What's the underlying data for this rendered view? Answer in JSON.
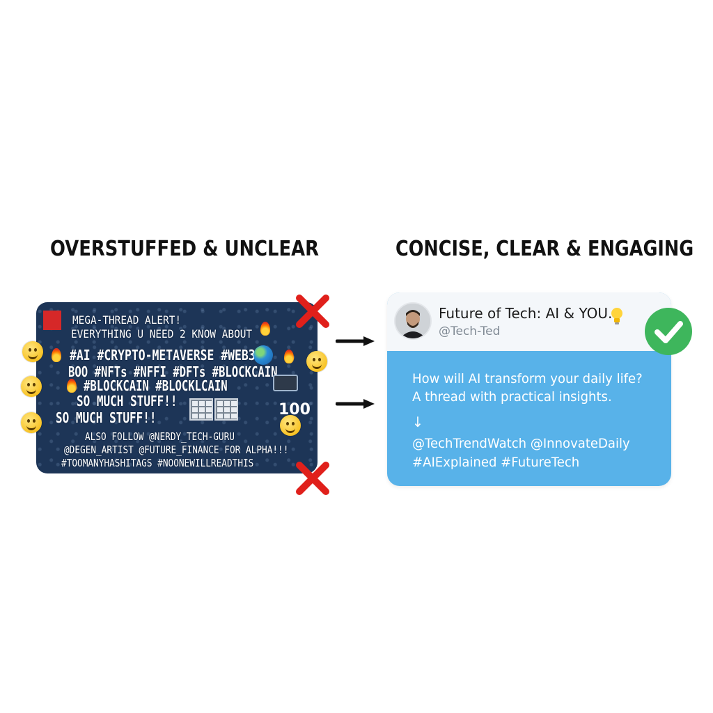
{
  "headings": {
    "left": "OVERSTUFFED & UNCLEAR",
    "right": "CONCISE, CLEAR & ENGAGING"
  },
  "bad_post": {
    "lines": [
      "MEGA-THREAD ALERT!",
      "EVERYTHING U NEED 2 KNOW ABOUT",
      "#AI #CRYPTO-METAVERSE #WEB3",
      "BOO #NFTs #NFFI #DFTs #BLOCKCAIN",
      "#BLOCKCAIN #BLOCKLCAIN",
      "SO MUCH STUFF!!",
      "SO MUCH STUFF!!",
      "ALSO FOLLOW @NERDY_TECH-GURU",
      "@DEGEN_ARTIST @FUTURE_FINANCE FOR ALPHA!!!",
      "#TOOMANYHASHITAGS #NOONEWILLREADTHIS"
    ],
    "counter": "100",
    "background": "#1d3557"
  },
  "good_post": {
    "name": "Future of Tech: AI & YOU.",
    "handle": "@Tech-Ted",
    "lines": [
      "How will AI transform your daily life?",
      "A thread with practical insights.",
      "↓",
      "@TechTrendWatch @InnovateDaily",
      "#AIExplained #FutureTech"
    ],
    "background": "#58b2e9"
  },
  "icons": {
    "bad_marker": "red-x-icon",
    "good_marker": "green-check-icon",
    "transition": "right-arrow-icon",
    "name_suffix": "light-bulb-icon"
  },
  "colors": {
    "red_x": "#e0201b",
    "green_check": "#3eb65c"
  }
}
